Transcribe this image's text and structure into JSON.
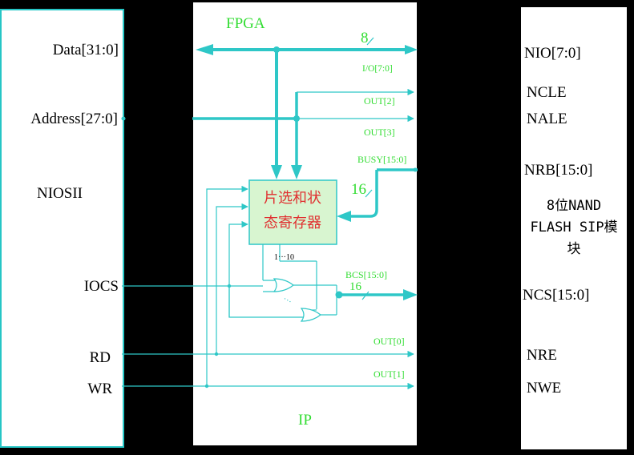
{
  "colors": {
    "background": "#000000",
    "panel": "#ffffff",
    "panel_border": "#26c6c6",
    "wire": "#2ec7c7",
    "green_text": "#33dd33",
    "register_fill": "#d8f5d0",
    "register_text": "#e03030"
  },
  "nios": {
    "data_label": "Data[31:0]",
    "address_label": "Address[27:0]",
    "name": "NIOSII",
    "iocs_label": "IOCS",
    "rd_label": "RD",
    "wr_label": "WR"
  },
  "fpga": {
    "title": "FPGA",
    "ip_label": "IP",
    "bus_width_top": "8",
    "io_label": "I/O[7:0]",
    "out2_label": "OUT[2]",
    "out3_label": "OUT[3]",
    "busy_label": "BUSY[15:0]",
    "busy_width": "16",
    "register_line1": "片选和状",
    "register_line2": "态寄存器",
    "gate_range": "1···10",
    "gate_dots": "···",
    "bcs_label": "BCS[15:0]",
    "bcs_width": "16",
    "out0_label": "OUT[0]",
    "out1_label": "OUT[1]"
  },
  "nand": {
    "nio_label": "NIO[7:0]",
    "ncle_label": "NCLE",
    "nale_label": "NALE",
    "nrb_label": "NRB[15:0]",
    "module_line1": "8位NAND",
    "module_line2": "FLASH SIP模",
    "module_line3": "块",
    "ncs_label": "NCS[15:0]",
    "nre_label": "NRE",
    "nwe_label": "NWE"
  }
}
